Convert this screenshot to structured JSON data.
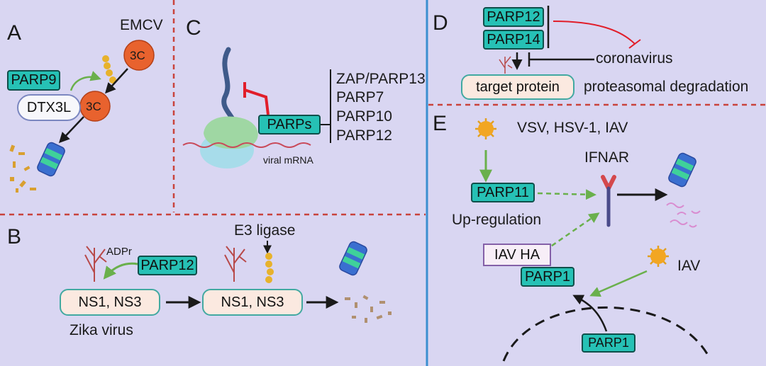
{
  "panels": {
    "a": {
      "letter": "A",
      "virus": "EMCV",
      "protease_top": "3C",
      "protease_bottom": "3C",
      "parp": "PARP9",
      "e3": "DTX3L"
    },
    "b": {
      "letter": "B",
      "modifier": "ADPr",
      "parp": "PARP12",
      "substrate_left": "NS1, NS3",
      "substrate_right": "NS1, NS3",
      "ligase": "E3 ligase",
      "virus": "Zika virus"
    },
    "c": {
      "letter": "C",
      "parps": "PARPs",
      "mrna": "viral mRNA",
      "members": [
        "ZAP/PARP13",
        "PARP7",
        "PARP10",
        "PARP12"
      ]
    },
    "d": {
      "letter": "D",
      "parp_a": "PARP12",
      "parp_b": "PARP14",
      "virus": "coronavirus",
      "target": "target protein",
      "outcome": "proteasomal degradation"
    },
    "e": {
      "letter": "E",
      "viruses": "VSV, HSV-1, IAV",
      "receptor": "IFNAR",
      "parp11": "PARP11",
      "upregulation": "Up-regulation",
      "ha": "IAV HA",
      "parp1_top": "PARP1",
      "iav": "IAV",
      "parp1_bottom": "PARP1"
    }
  },
  "colors": {
    "background": "#d9d6f2",
    "parp_box": "#26c1b5",
    "protease": "#e8622e",
    "ubiquitin": "#e7b22c",
    "inhibition": "#e11e2a",
    "activation": "#6ab04c",
    "panel_divider": "#c9433c",
    "center_divider": "#3b8fd0"
  }
}
